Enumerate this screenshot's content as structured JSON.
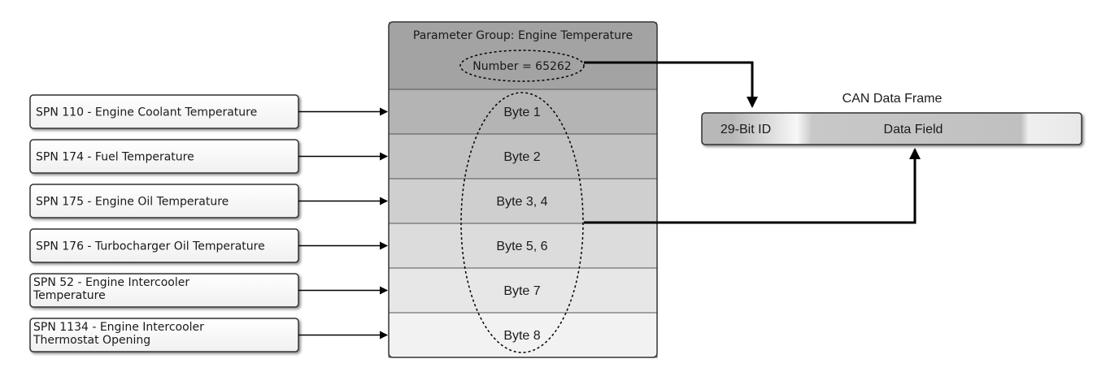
{
  "spn_items": [
    {
      "lines": [
        "SPN 110 - Engine Coolant Temperature"
      ]
    },
    {
      "lines": [
        "SPN 174 - Fuel Temperature"
      ]
    },
    {
      "lines": [
        "SPN 175 - Engine Oil Temperature"
      ]
    },
    {
      "lines": [
        "SPN 176 - Turbocharger Oil Temperature"
      ]
    },
    {
      "lines": [
        "SPN 52 - Engine Intercooler",
        "Temperature"
      ]
    },
    {
      "lines": [
        "SPN 1134 - Engine Intercooler",
        "Thermostat Opening"
      ]
    }
  ],
  "parameter_group": {
    "title": "Parameter Group: Engine Temperature",
    "number_label": "Number = 65262",
    "bytes": [
      "Byte 1",
      "Byte 2",
      "Byte 3, 4",
      "Byte 5, 6",
      "Byte 7",
      "Byte 8"
    ]
  },
  "can_frame": {
    "title": "CAN Data Frame",
    "id_label": "29-Bit ID",
    "data_label": "Data Field"
  },
  "colors": {
    "header_fill": "#a3a3a3",
    "row_fills": [
      "#b4b4b4",
      "#c2c2c2",
      "#cfcfcf",
      "#dcdcdc",
      "#e7e7e7",
      "#f2f2f2"
    ],
    "box_stroke": "#333333",
    "line": "#000000"
  }
}
